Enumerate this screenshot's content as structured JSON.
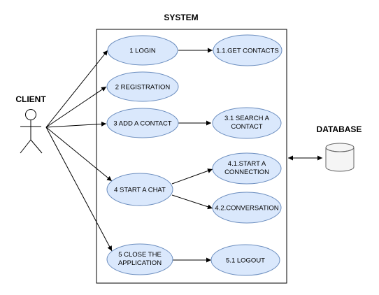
{
  "system": {
    "title": "SYSTEM"
  },
  "actors": {
    "client": "CLIENT",
    "database": "DATABASE"
  },
  "use_cases": {
    "login": "1 LOGIN",
    "get_contacts": "1.1.GET CONTACTS",
    "registration": "2 REGISTRATION",
    "add_contact": "3 ADD A CONTACT",
    "search_contact": [
      "3.1 SEARCH A",
      "CONTACT"
    ],
    "start_chat": "4 START A CHAT",
    "start_connection": [
      "4.1.START A",
      "CONNECTION"
    ],
    "conversation": "4.2.CONVERSATION",
    "close_app": [
      "5 CLOSE THE",
      "APPLICATION"
    ],
    "logout": "5.1 LOGOUT"
  },
  "colors": {
    "usecase_fill": "#dae8fc",
    "usecase_stroke": "#6c8ebf"
  }
}
